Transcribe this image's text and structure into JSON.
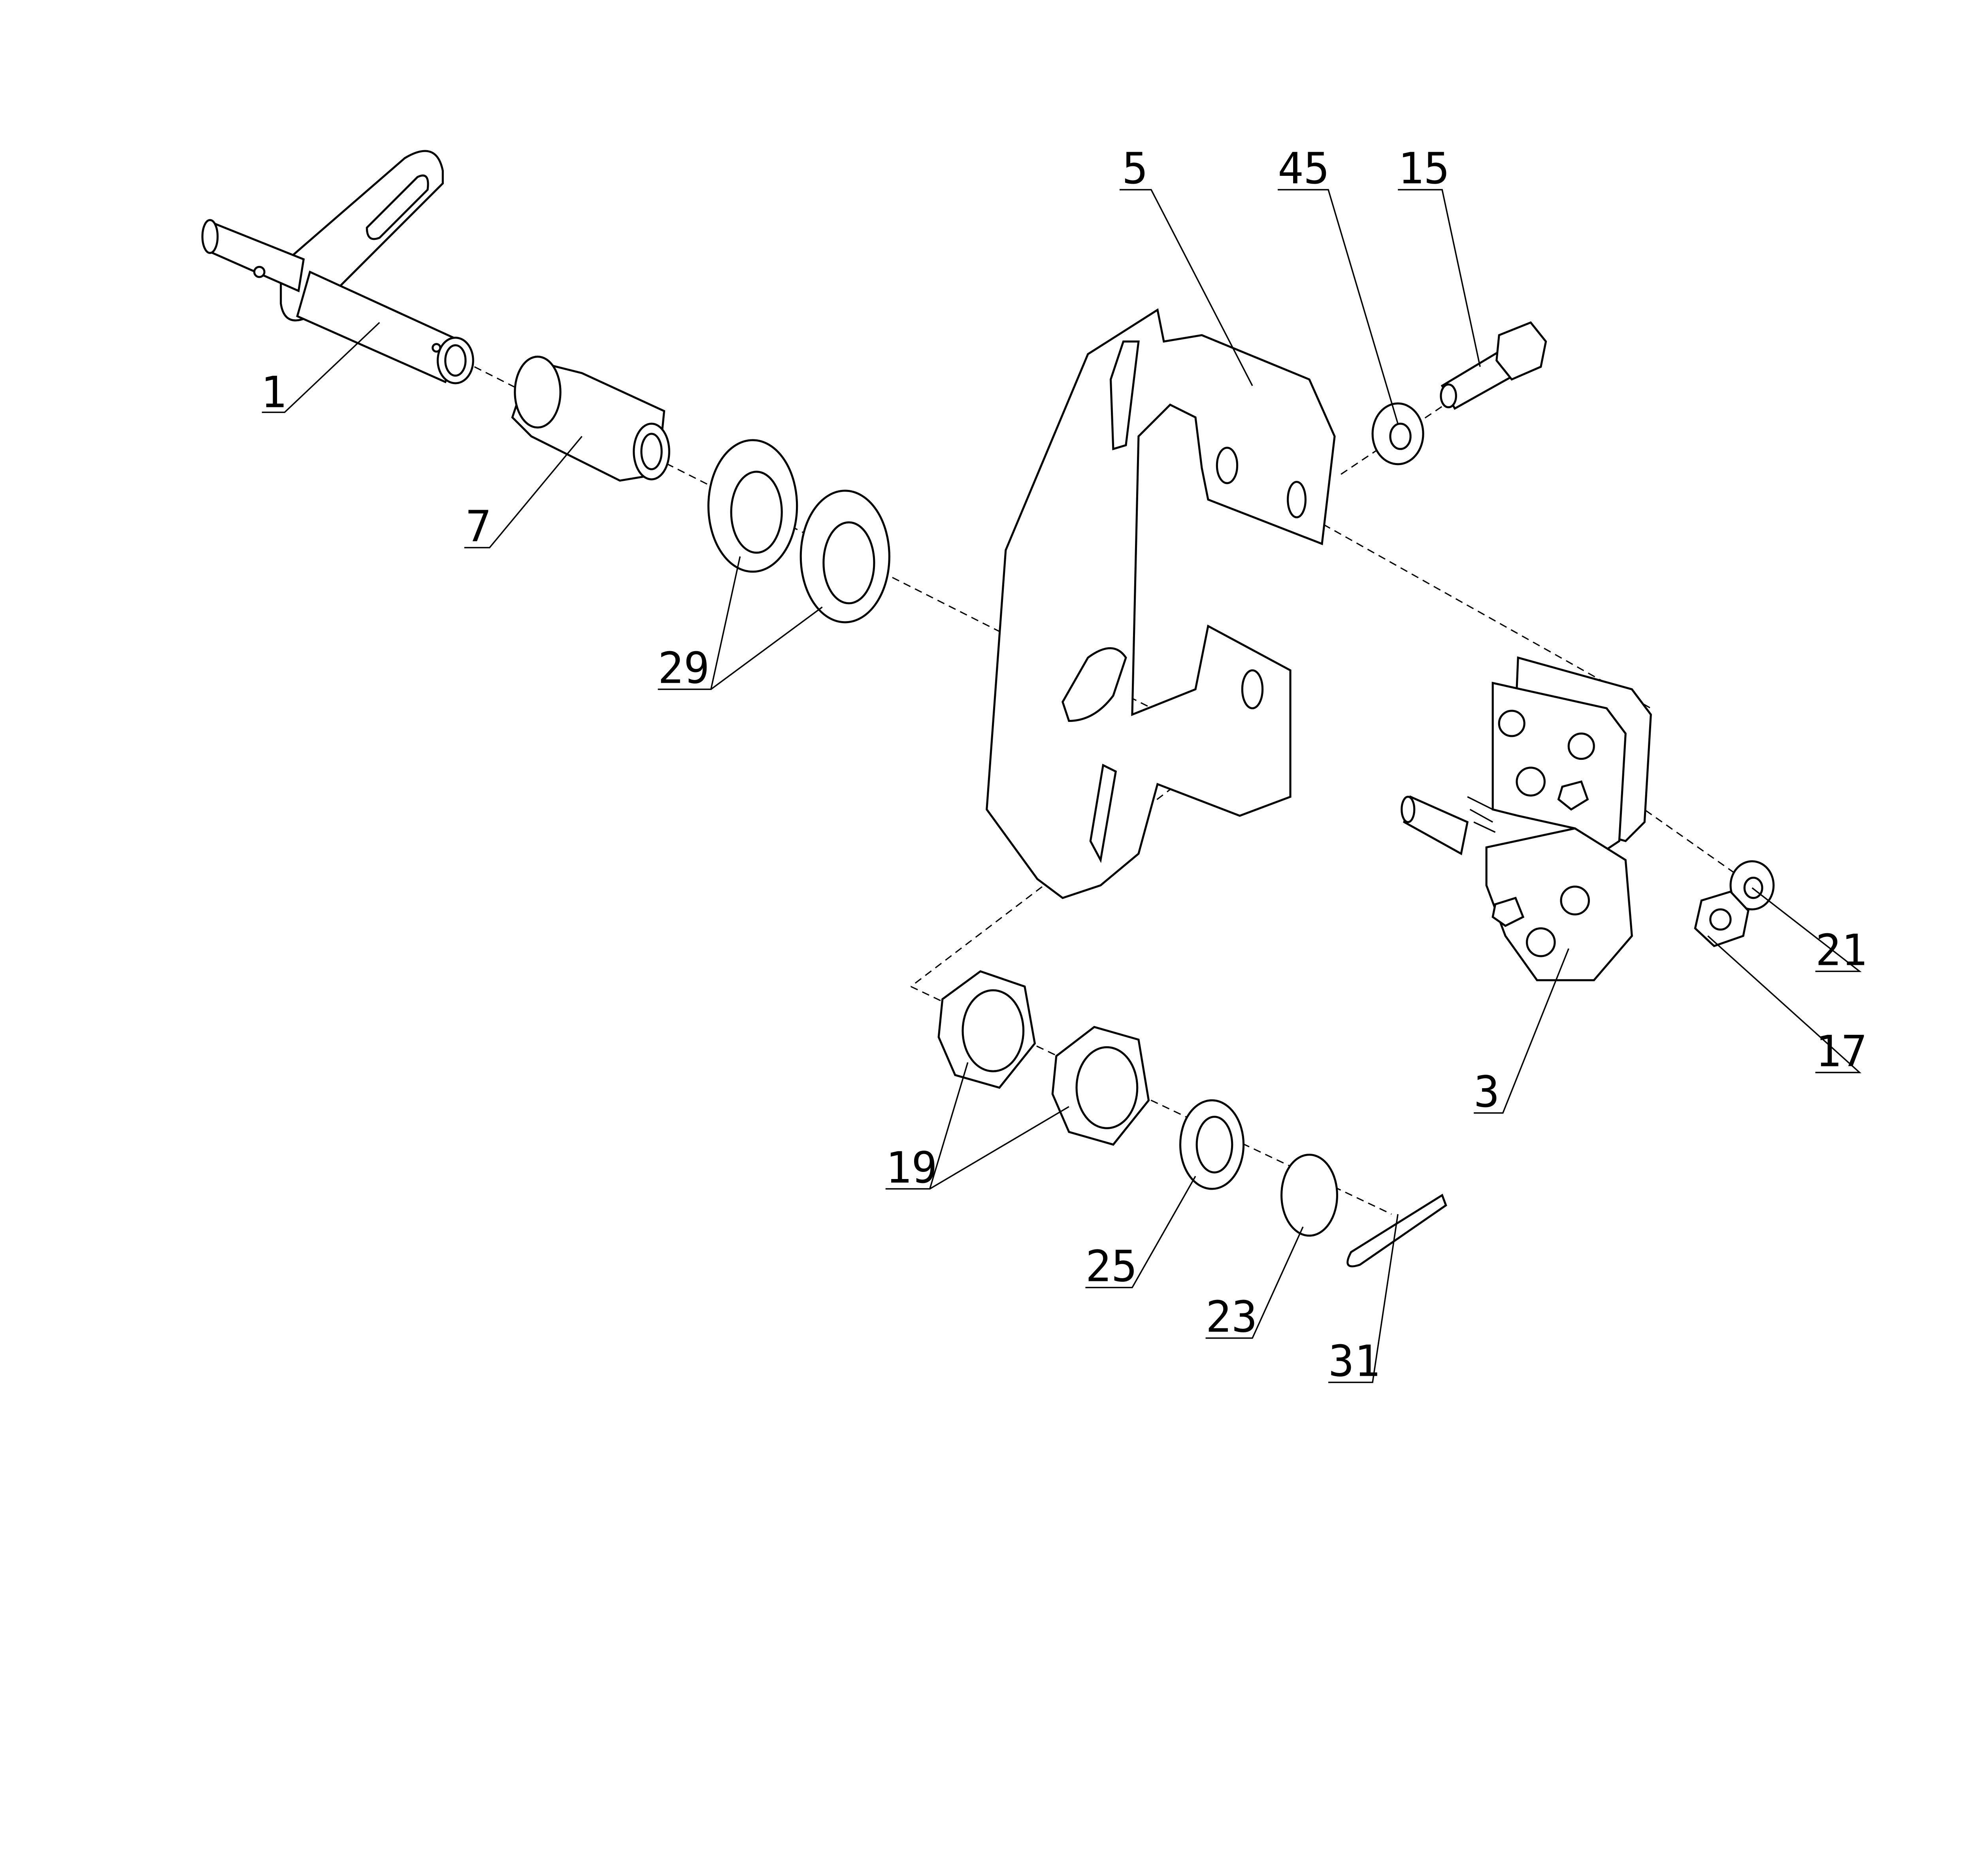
{
  "diagram": {
    "type": "exploded parts assembly drawing",
    "callouts": {
      "p1": "1",
      "p7": "7",
      "p29": "29",
      "p5": "5",
      "p45": "45",
      "p15": "15",
      "p3": "3",
      "p21": "21",
      "p17": "17",
      "p19": "19",
      "p25": "25",
      "p23": "23",
      "p31": "31"
    }
  }
}
